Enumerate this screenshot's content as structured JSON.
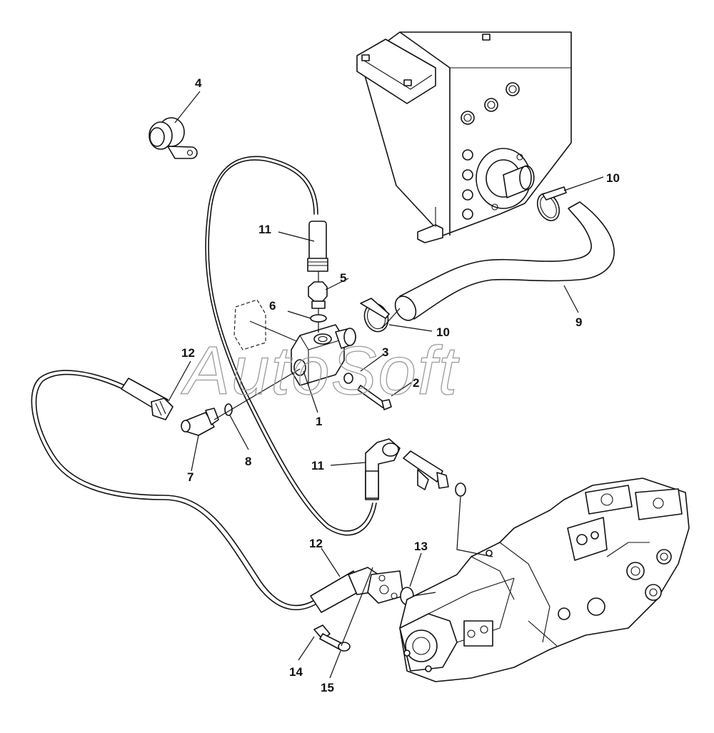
{
  "watermark": "AutoSoft",
  "callouts": [
    {
      "id": "label-4",
      "text": "4"
    },
    {
      "id": "label-10a",
      "text": "10"
    },
    {
      "id": "label-11a",
      "text": "11"
    },
    {
      "id": "label-5",
      "text": "5"
    },
    {
      "id": "label-6",
      "text": "6"
    },
    {
      "id": "label-10b",
      "text": "10"
    },
    {
      "id": "label-9",
      "text": "9"
    },
    {
      "id": "label-3",
      "text": "3"
    },
    {
      "id": "label-12a",
      "text": "12"
    },
    {
      "id": "label-2",
      "text": "2"
    },
    {
      "id": "label-1",
      "text": "1"
    },
    {
      "id": "label-7",
      "text": "7"
    },
    {
      "id": "label-8",
      "text": "8"
    },
    {
      "id": "label-11b",
      "text": "11"
    },
    {
      "id": "label-12b",
      "text": "12"
    },
    {
      "id": "label-13",
      "text": "13"
    },
    {
      "id": "label-14",
      "text": "14"
    },
    {
      "id": "label-15",
      "text": "15"
    }
  ]
}
